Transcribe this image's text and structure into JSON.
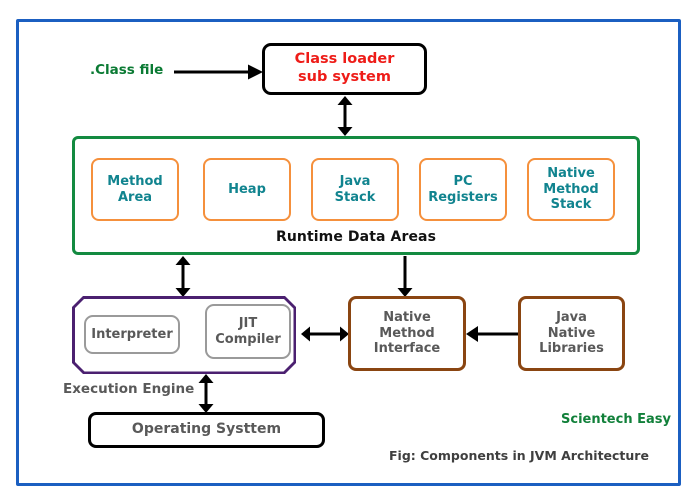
{
  "diagram": {
    "title": "Components in JVM Architecture",
    "caption": "Fig: Components in JVM Architecture",
    "brand": "Scientech Easy",
    "colors": {
      "outer_frame": "#1b5fc1",
      "classloader_text": "#ee1c18",
      "runtime_container_border": "#138a40",
      "runtime_box_border": "#f5903c",
      "runtime_box_text": "#11848f",
      "execution_engine_border": "#4b2070",
      "execution_sub_border": "#9a9a9a",
      "native_border": "#8a4511",
      "class_file_text": "#0a7a33",
      "brand_text": "#11803a",
      "caption_text": "#3f3f3f",
      "generic_text": "#595959"
    }
  },
  "input": {
    "class_file_label": ".Class file",
    "arrow_to_classloader": "arrow-right"
  },
  "classloader": {
    "label": "Class loader\nsub system",
    "line1": "Class loader",
    "line2": "sub system"
  },
  "runtime_data_areas": {
    "title": "Runtime Data Areas",
    "boxes": [
      {
        "id": "method-area",
        "line1": "Method",
        "line2": "Area",
        "line3": ""
      },
      {
        "id": "heap",
        "line1": "Heap",
        "line2": "",
        "line3": ""
      },
      {
        "id": "java-stack",
        "line1": "Java",
        "line2": "Stack",
        "line3": ""
      },
      {
        "id": "pc-registers",
        "line1": "PC",
        "line2": "Registers",
        "line3": ""
      },
      {
        "id": "native-method-stack",
        "line1": "Native",
        "line2": "Method",
        "line3": "Stack"
      }
    ]
  },
  "execution_engine": {
    "label": "Execution Engine",
    "components": [
      {
        "id": "interpreter",
        "line1": "Interpreter",
        "line2": ""
      },
      {
        "id": "jit-compiler",
        "line1": "JIT",
        "line2": "Compiler"
      }
    ]
  },
  "native": {
    "interface": {
      "line1": "Native",
      "line2": "Method",
      "line3": "Interface"
    },
    "libraries": {
      "line1": "Java",
      "line2": "Native",
      "line3": "Libraries"
    }
  },
  "operating_system": {
    "label": "Operating Systtem"
  },
  "arrows": [
    {
      "id": "classfile-to-classloader",
      "type": "single",
      "direction": "right"
    },
    {
      "id": "classloader-to-runtime",
      "type": "double",
      "direction": "vertical"
    },
    {
      "id": "runtime-to-execution-engine",
      "type": "double",
      "direction": "vertical"
    },
    {
      "id": "runtime-to-native-interface",
      "type": "single",
      "direction": "down"
    },
    {
      "id": "execution-engine-to-native-interface",
      "type": "double",
      "direction": "horizontal"
    },
    {
      "id": "native-libraries-to-interface",
      "type": "single",
      "direction": "left"
    },
    {
      "id": "execution-engine-to-os",
      "type": "double",
      "direction": "vertical"
    }
  ]
}
